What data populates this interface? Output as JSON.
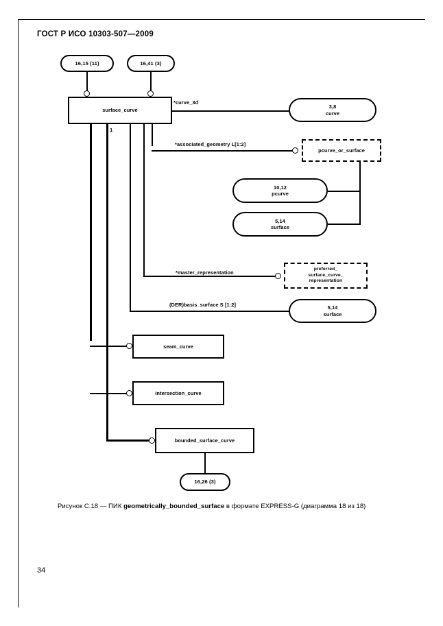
{
  "document": {
    "header": "ГОСТ Р ИСО 10303-507—2009",
    "page_number": "34"
  },
  "figure": {
    "caption_prefix": "Рисунок С.18 — ПИК ",
    "caption_bold": "geometrically_bounded_surface",
    "caption_suffix": " в формате EXPRESS-G (диаграмма  18 из 18)"
  },
  "diagram": {
    "page_refs": {
      "top_left": "16,15 (11)",
      "top_right": "16,41 (3)",
      "bottom": "16,26 (3)"
    },
    "entities": {
      "surface_curve": "surface_curve",
      "seam_curve": "seam_curve",
      "intersection_curve": "intersection_curve",
      "bounded_surface_curve": "bounded_surface_curve"
    },
    "select_types": {
      "pcurve_or_surface": "pcurve_or_surface",
      "preferred_surface_curve_representation_l1": "preferred_",
      "preferred_surface_curve_representation_l2": "surface_curve_",
      "preferred_surface_curve_representation_l3": "representation"
    },
    "refs": {
      "curve": {
        "page": "3,8",
        "name": "curve"
      },
      "pcurve": {
        "page": "10,12",
        "name": "pcurve"
      },
      "surface_upper": {
        "page": "5,14",
        "name": "surface"
      },
      "surface_lower": {
        "page": "5,14",
        "name": "surface"
      }
    },
    "attributes": {
      "curve_3d": "*curve_3d",
      "associated_geometry": "*associated_geometry L[1:2]",
      "master_representation": "*master_representation",
      "basis_surface": "(DER)basis_surface S [1:2]"
    },
    "cardinality": {
      "supertype_one": "1"
    }
  }
}
